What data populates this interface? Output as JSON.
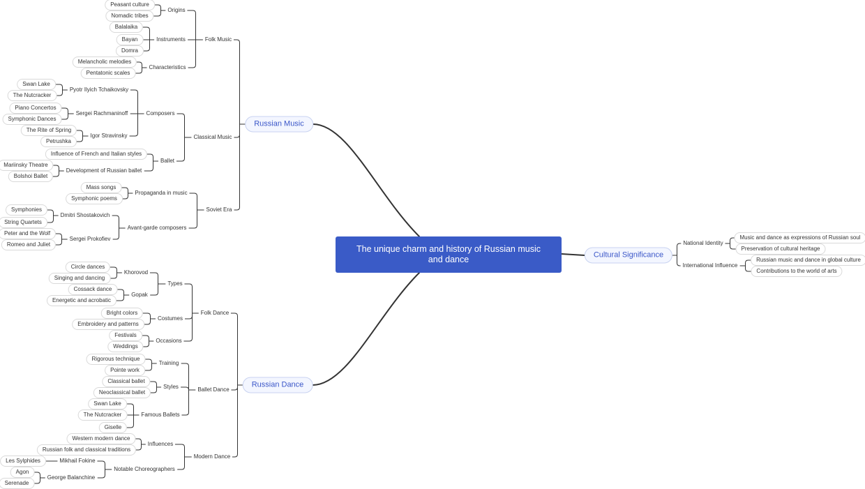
{
  "root": "The unique charm and history of Russian music and dance",
  "branches": {
    "music": {
      "label": "Russian Music",
      "folk": {
        "label": "Folk Music",
        "origins": {
          "label": "Origins",
          "items": [
            "Peasant culture",
            "Nomadic tribes"
          ]
        },
        "instruments": {
          "label": "Instruments",
          "items": [
            "Balalaika",
            "Bayan",
            "Domra"
          ]
        },
        "characteristics": {
          "label": "Characteristics",
          "items": [
            "Melancholic melodies",
            "Pentatonic scales"
          ]
        }
      },
      "classical": {
        "label": "Classical Music",
        "composers": {
          "label": "Composers",
          "tchaikovsky": {
            "label": "Pyotr Ilyich Tchaikovsky",
            "items": [
              "Swan Lake",
              "The Nutcracker"
            ]
          },
          "rachmaninoff": {
            "label": "Sergei Rachmaninoff",
            "items": [
              "Piano Concertos",
              "Symphonic Dances"
            ]
          },
          "stravinsky": {
            "label": "Igor Stravinsky",
            "items": [
              "The Rite of Spring",
              "Petrushka"
            ]
          }
        },
        "ballet": {
          "label": "Ballet",
          "influence": "Influence of French and Italian styles",
          "development": {
            "label": "Development of Russian ballet",
            "items": [
              "Mariinsky Theatre",
              "Bolshoi Ballet"
            ]
          }
        }
      },
      "soviet": {
        "label": "Soviet Era",
        "propaganda": {
          "label": "Propaganda in music",
          "items": [
            "Mass songs",
            "Symphonic poems"
          ]
        },
        "avantgarde": {
          "label": "Avant-garde composers",
          "shostakovich": {
            "label": "Dmitri Shostakovich",
            "items": [
              "Symphonies",
              "String Quartets"
            ]
          },
          "prokofiev": {
            "label": "Sergei Prokofiev",
            "items": [
              "Peter and the Wolf",
              "Romeo and Juliet"
            ]
          }
        }
      }
    },
    "dance": {
      "label": "Russian Dance",
      "folk": {
        "label": "Folk Dance",
        "types": {
          "label": "Types",
          "khorovod": {
            "label": "Khorovod",
            "items": [
              "Circle dances",
              "Singing and dancing"
            ]
          },
          "gopak": {
            "label": "Gopak",
            "items": [
              "Cossack dance",
              "Energetic and acrobatic"
            ]
          }
        },
        "costumes": {
          "label": "Costumes",
          "items": [
            "Bright colors",
            "Embroidery and patterns"
          ]
        },
        "occasions": {
          "label": "Occasions",
          "items": [
            "Festivals",
            "Weddings"
          ]
        }
      },
      "ballet": {
        "label": "Ballet Dance",
        "training": {
          "label": "Training",
          "items": [
            "Rigorous technique",
            "Pointe work"
          ]
        },
        "styles": {
          "label": "Styles",
          "items": [
            "Classical ballet",
            "Neoclassical ballet"
          ]
        },
        "famous": {
          "label": "Famous Ballets",
          "items": [
            "Swan Lake",
            "The Nutcracker",
            "Giselle"
          ]
        }
      },
      "modern": {
        "label": "Modern Dance",
        "influences": {
          "label": "Influences",
          "items": [
            "Western modern dance",
            "Russian folk and classical traditions"
          ]
        },
        "choreographers": {
          "label": "Notable Choreographers",
          "fokine": {
            "label": "Mikhail Fokine",
            "items": [
              "Les Sylphides"
            ]
          },
          "balanchine": {
            "label": "George Balanchine",
            "items": [
              "Agon",
              "Serenade"
            ]
          }
        }
      }
    },
    "cultural": {
      "label": "Cultural Significance",
      "identity": {
        "label": "National Identity",
        "items": [
          "Music and dance as expressions of Russian soul",
          "Preservation of cultural heritage"
        ]
      },
      "international": {
        "label": "International Influence",
        "items": [
          "Russian music and dance in global culture",
          "Contributions to the world of arts"
        ]
      }
    }
  }
}
